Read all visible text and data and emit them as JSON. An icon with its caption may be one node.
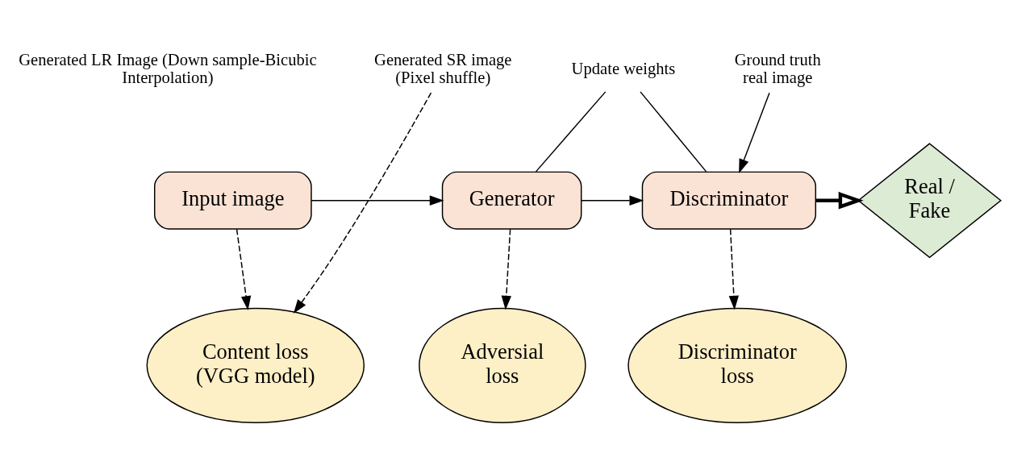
{
  "diagram": {
    "nodes": [
      {
        "text": [
          "Input image"
        ]
      },
      {
        "text": [
          "Generator"
        ]
      },
      {
        "text": [
          "Discriminator"
        ]
      },
      {
        "text": [
          "Real / Fake"
        ]
      },
      {
        "text": [
          "Content loss (VGG model)"
        ]
      },
      {
        "text": [
          "Adversial loss"
        ]
      },
      {
        "text": [
          "Discriminator loss"
        ]
      },
      {
        "text": [
          "Generated SR image (Pixel shuffle)"
        ]
      },
      {
        "text": [
          "Update weights"
        ]
      },
      {
        "text": [
          "Ground truth real image"
        ]
      }
    ],
    "edges": [
      {
        "from": 0,
        "to": 1,
        "arrow": "to"
      },
      {
        "from": 1,
        "to": 2,
        "arrow": "to"
      },
      {
        "from": 2,
        "to": 3,
        "arrow": "to",
        "style": "thick"
      },
      {
        "from": 0,
        "to": 4,
        "arrow": "to",
        "style": "dashed"
      },
      {
        "from": 7,
        "to": 4,
        "arrow": "to",
        "style": "dashed"
      },
      {
        "from": 1,
        "to": 5,
        "arrow": "to",
        "style": "dashed"
      },
      {
        "from": 2,
        "to": 6,
        "arrow": "to",
        "style": "dashed"
      },
      {
        "from": 8,
        "to": 1,
        "arrow": "none"
      },
      {
        "from": 8,
        "to": 2,
        "arrow": "none"
      },
      {
        "from": 9,
        "to": 2,
        "arrow": "to"
      }
    ],
    "labels": [
      "Generated LR Image (Down sample-Bicubic Interpolation)"
    ]
  }
}
